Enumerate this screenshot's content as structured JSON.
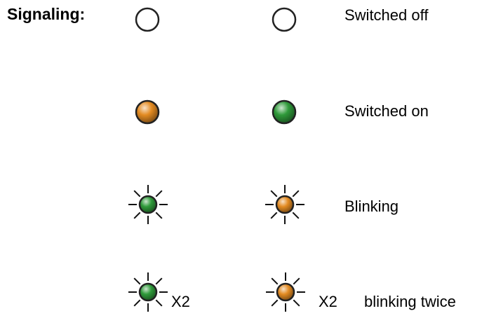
{
  "title": "Signaling:",
  "colors": {
    "amber": "#e38b22",
    "green": "#2f9a3a",
    "off": "#ffffff",
    "outline": "#222222"
  },
  "rows": [
    {
      "left_led": {
        "state": "off",
        "color": "off"
      },
      "right_led": {
        "state": "off",
        "color": "off"
      },
      "left_multiplier": "",
      "right_multiplier": "",
      "description": "Switched off"
    },
    {
      "left_led": {
        "state": "on",
        "color": "amber"
      },
      "right_led": {
        "state": "on",
        "color": "green"
      },
      "left_multiplier": "",
      "right_multiplier": "",
      "description": "Switched on"
    },
    {
      "left_led": {
        "state": "blink",
        "color": "green"
      },
      "right_led": {
        "state": "blink",
        "color": "amber"
      },
      "left_multiplier": "",
      "right_multiplier": "",
      "description": "Blinking"
    },
    {
      "left_led": {
        "state": "blink",
        "color": "green"
      },
      "right_led": {
        "state": "blink",
        "color": "amber"
      },
      "left_multiplier": "X2",
      "right_multiplier": "X2",
      "description": "blinking twice"
    }
  ]
}
